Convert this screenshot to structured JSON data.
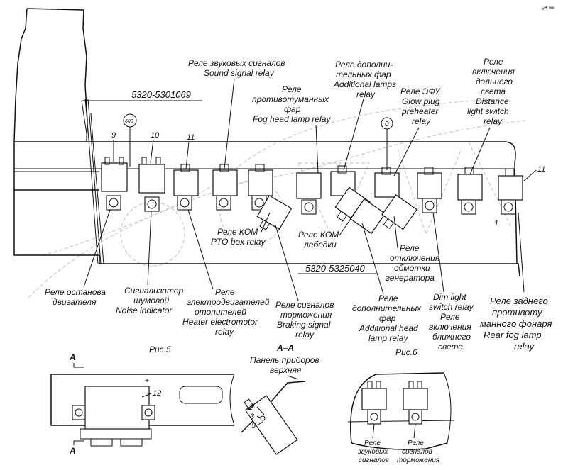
{
  "top_right_mark": "⇗ ═",
  "part_numbers": {
    "top": "5320-5301069",
    "bottom": "5320-5325040"
  },
  "callout_numbers": {
    "n9": "9",
    "n10": "10",
    "n11_left": "11",
    "n11_right": "11",
    "n1": "1",
    "n12": "12",
    "n2": "2",
    "n3": "3",
    "n5": "5",
    "circle_600": "600",
    "circle_0": "0"
  },
  "labels": {
    "sound_ru": "Реле звуковых сигналов",
    "sound_en": "Sound signal relay",
    "fog_ru1": "Реле",
    "fog_ru2": "противотуманных",
    "fog_ru3": "фар",
    "fog_en": "Fog head lamp relay",
    "addl_ru1": "Реле дополни-",
    "addl_ru2": "тельных фар",
    "addl_en1": "Additional lamps",
    "addl_en2": "relay",
    "efu_ru": "Реле ЭФУ",
    "efu_en1": "Glow plug",
    "efu_en2": "preheater",
    "efu_en3": "relay",
    "dist_ru1": "Реле",
    "dist_ru2": "включения",
    "dist_ru3": "дальнего",
    "dist_ru4": "света",
    "dist_en1": "Distance",
    "dist_en2": "light switch",
    "dist_en3": "relay",
    "pto_ru": "Реле КОМ",
    "pto_en": "PTO box relay",
    "winch_ru1": "Реле КОМ",
    "winch_ru2": "лебедки",
    "gen_ru1": "Реле",
    "gen_ru2": "отключения",
    "gen_ru3": "обмотки",
    "gen_ru4": "генератора",
    "stop_ru1": "Реле останова",
    "stop_ru2": "двигателя",
    "noise_ru1": "Сигнализатор",
    "noise_ru2": "шумовой",
    "noise_en": "Noise indicator",
    "heater_ru1": "Реле",
    "heater_ru2": "электродвигателей",
    "heater_ru3": "отопителей",
    "heater_en1": "Heater electromotor",
    "heater_en2": "relay",
    "brake_ru1": "Реле сигналов",
    "brake_ru2": "торможения",
    "brake_en1": "Braking signal",
    "brake_en2": "relay",
    "addhead_ru1": "Реле",
    "addhead_ru2": "дополнительных",
    "addhead_ru3": "фар",
    "addhead_en1": "Additional head",
    "addhead_en2": "lamp relay",
    "dim_en1": "Dim light",
    "dim_en2": "switch relay",
    "dim_ru1": "Реле",
    "dim_ru2": "включения",
    "dim_ru3": "ближнего",
    "dim_ru4": "света",
    "rearfog_ru1": "Реле заднего",
    "rearfog_ru2": "противоту-",
    "rearfog_ru3": "манного фонаря",
    "rearfog_en1": "Rear fog lamp",
    "rearfog_en2": "relay"
  },
  "figures": {
    "fig5": "Рис.5",
    "fig6": "Рис.6",
    "section_a": "А",
    "section_aa": "А–А",
    "panel_ru1": "Панель приборов",
    "panel_ru2": "верхняя",
    "fig6_sound_ru1": "Реле",
    "fig6_sound_ru2": "звуковых",
    "fig6_sound_ru3": "сигналов",
    "fig6_brake_ru1": "Реле",
    "fig6_brake_ru2": "сигналов",
    "fig6_brake_ru3": "торможения"
  }
}
